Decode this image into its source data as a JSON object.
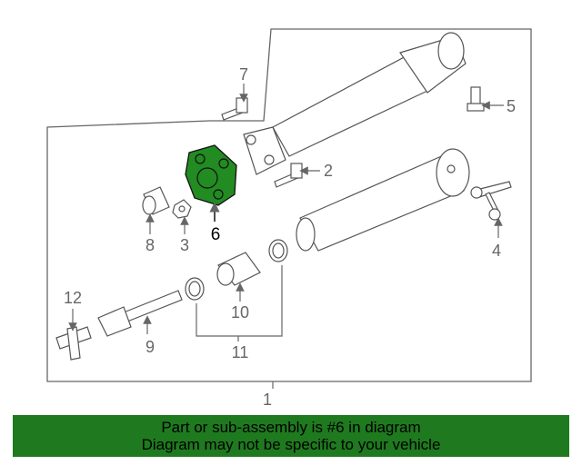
{
  "callouts": {
    "c1": "1",
    "c2": "2",
    "c3": "3",
    "c4": "4",
    "c5": "5",
    "c6": "6",
    "c7": "7",
    "c8": "8",
    "c9": "9",
    "c10": "10",
    "c11": "11",
    "c12": "12"
  },
  "highlight_color": "#228b22",
  "banner": {
    "line1": "Part or sub-assembly is #6 in diagram",
    "line2": "Diagram may not be specific to your vehicle",
    "color": "#1f7a1f"
  }
}
